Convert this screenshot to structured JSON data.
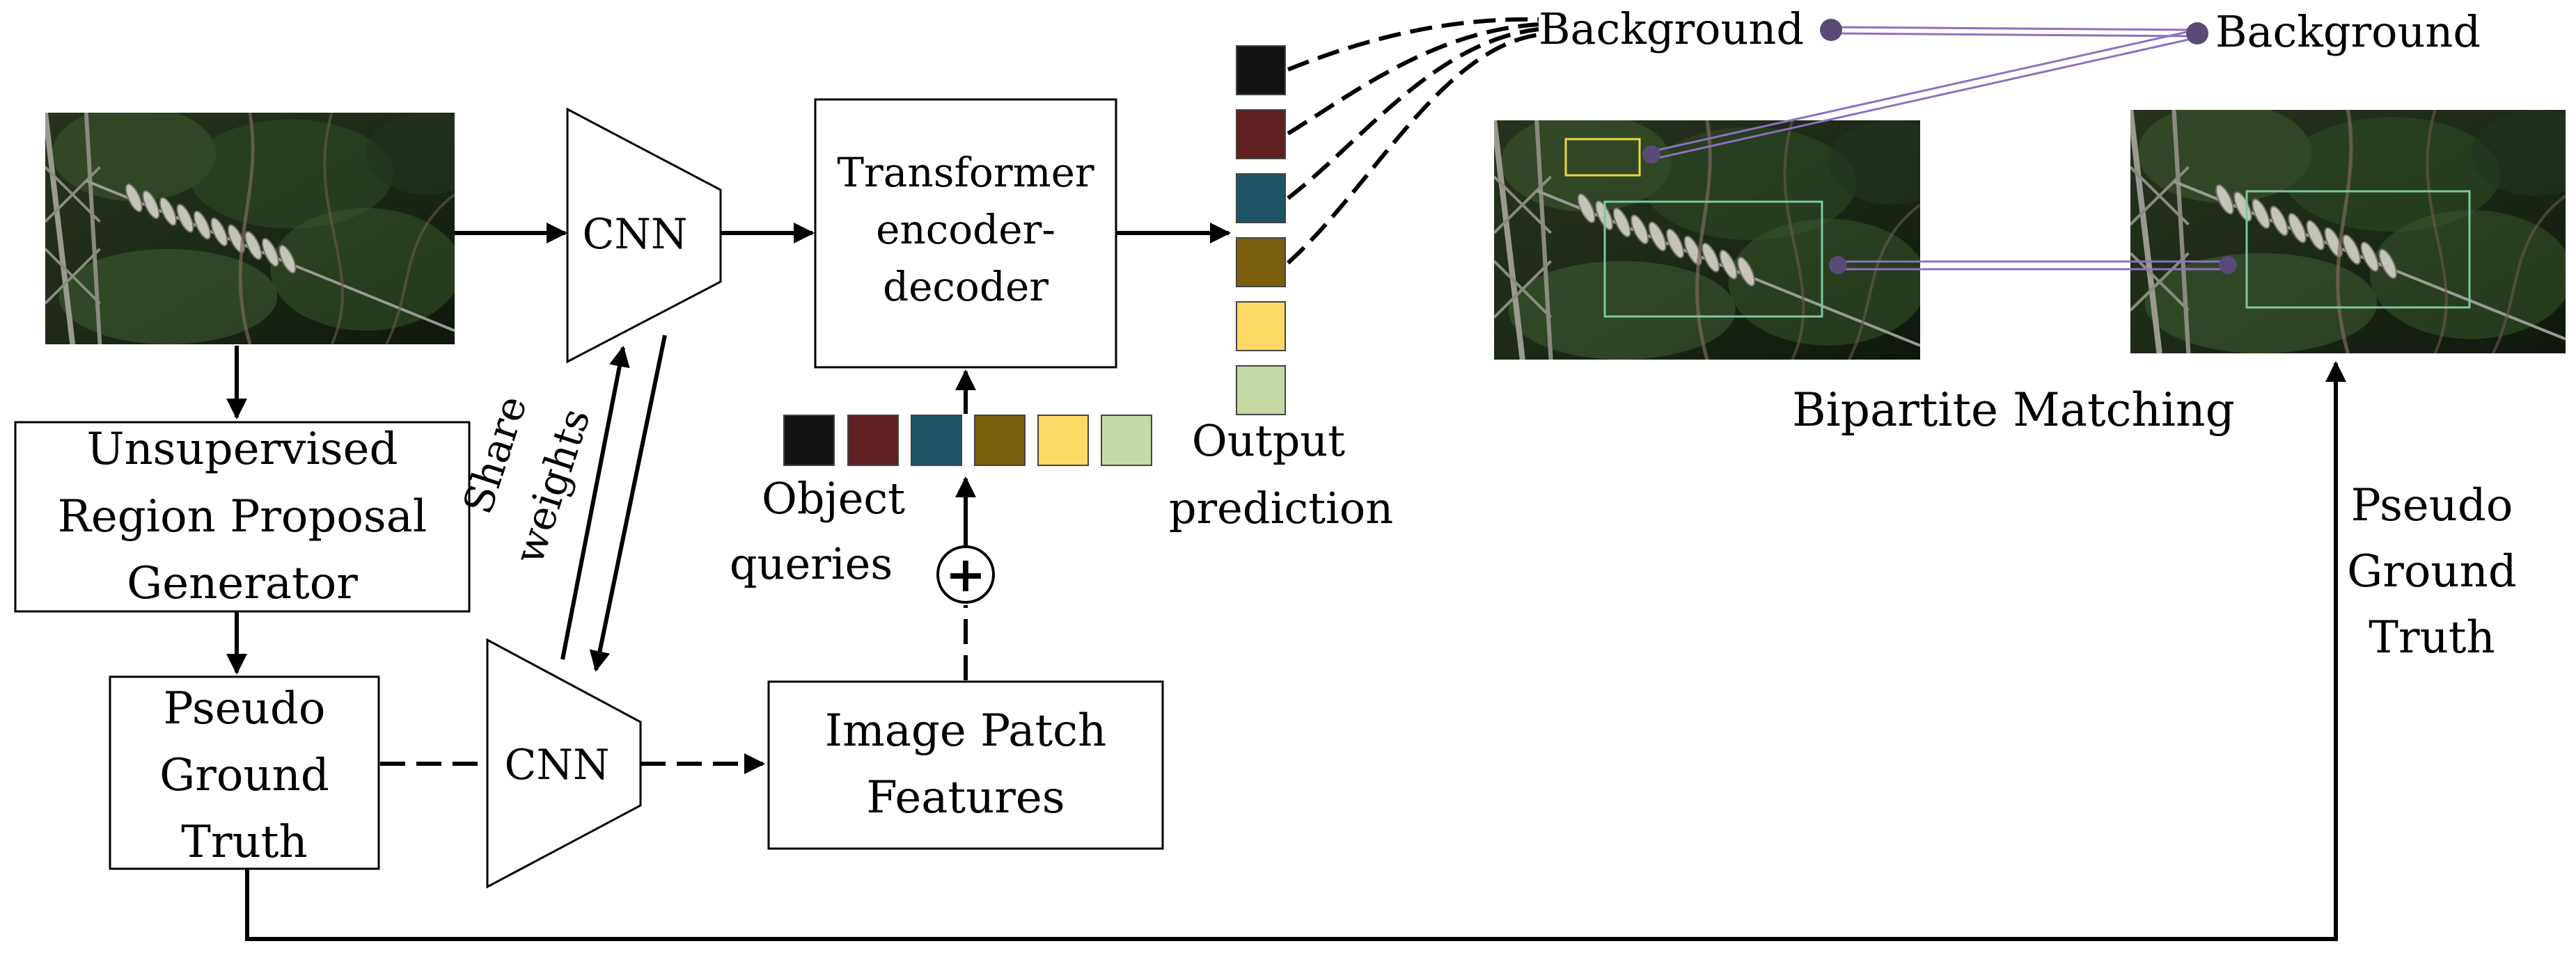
{
  "labels": {
    "cnn_top": "CNN",
    "cnn_bottom": "CNN",
    "transformer_line1": "Transformer",
    "transformer_line2": "encoder-",
    "transformer_line3": "decoder",
    "urpg_line1": "Unsupervised",
    "urpg_line2": "Region Proposal",
    "urpg_line3": "Generator",
    "pgt_left_line1": "Pseudo",
    "pgt_left_line2": "Ground",
    "pgt_left_line3": "Truth",
    "pgt_right_line1": "Pseudo",
    "pgt_right_line2": "Ground",
    "pgt_right_line3": "Truth",
    "share_line1": "Share",
    "share_line2": "weights",
    "patch_line1": "Image Patch",
    "patch_line2": "Features",
    "queries_line1": "Object",
    "queries_line2": "queries",
    "output_line1": "Output",
    "output_line2": "prediction",
    "background_left": "Background",
    "background_right": "Background",
    "bipartite": "Bipartite Matching",
    "plus_symbol": "+"
  },
  "colors": {
    "slots": [
      "#121212",
      "#5e2020",
      "#1c5464",
      "#7a5e0c",
      "#ffd966",
      "#c5d9a4"
    ],
    "matching_line": "#8e70c0",
    "matching_dot": "#5a4a78",
    "proposal_box_yellow": "#e8d840",
    "proposal_box_green": "#7cc8a4",
    "foliage_dark": "#1a2a1a",
    "foliage_light": "#3d5a30"
  },
  "icons": {
    "photo": "power-line-insulator-photo",
    "plus": "plus-circle-icon"
  }
}
